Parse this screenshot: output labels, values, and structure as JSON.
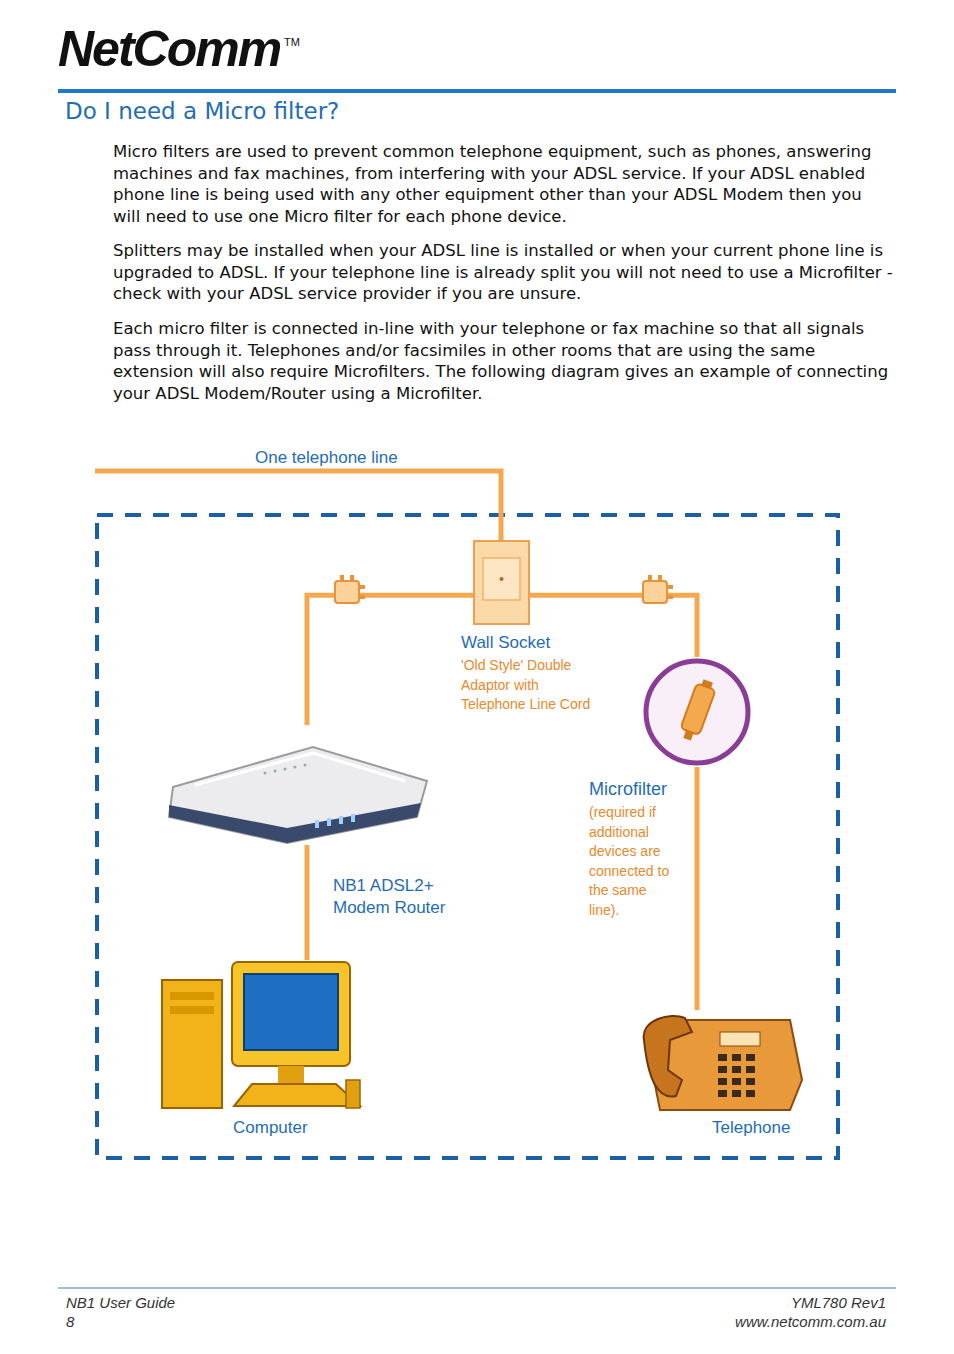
{
  "diagram": {
    "title": "Do I need a Micro filter?",
    "nodes": [
      {
        "text": [
          "Wall Socket",
          "'Old Style' Double Adaptor with Telephone Line Cord"
        ]
      },
      {
        "text": [
          "Microfilter",
          "(required if additional devices are connected to the same line)."
        ]
      },
      {
        "text": [
          "NB1 ADSL2+ Modem Router"
        ]
      },
      {
        "text": [
          "Computer"
        ]
      },
      {
        "text": [
          "Telephone"
        ]
      }
    ],
    "edges": [
      {
        "from": 0,
        "to": 2,
        "arrow": "none"
      },
      {
        "from": 0,
        "to": 1,
        "arrow": "none"
      },
      {
        "from": 1,
        "to": 4,
        "arrow": "none"
      },
      {
        "from": 2,
        "to": 3,
        "arrow": "none"
      }
    ],
    "labels": [
      "NetComm",
      "TM",
      "Micro filters are used to prevent common telephone equipment, such as phones, answering machines and fax machines, from interfering with your ADSL service.  If your ADSL enabled phone line is being used with any other equipment other than your ADSL Modem then you will need to use one Micro filter for each phone device.",
      "Splitters may be installed when your ADSL line is installed or when your current phone line is upgraded to ADSL.  If your telephone line is already split you will not need to use a Microfilter - check with your ADSL service provider if you are unsure.",
      "Each micro filter is connected in-line with your telephone or fax machine so that all signals pass through it.   Telephones and/or facsimiles in other rooms that are using the same extension will also require Microfilters. The following diagram gives an example of connecting your ADSL Modem/Router using a Microfilter.",
      "One telephone line",
      "NB1 User Guide",
      "8",
      "YML780 Rev1",
      "www.netcomm.com.au"
    ]
  }
}
